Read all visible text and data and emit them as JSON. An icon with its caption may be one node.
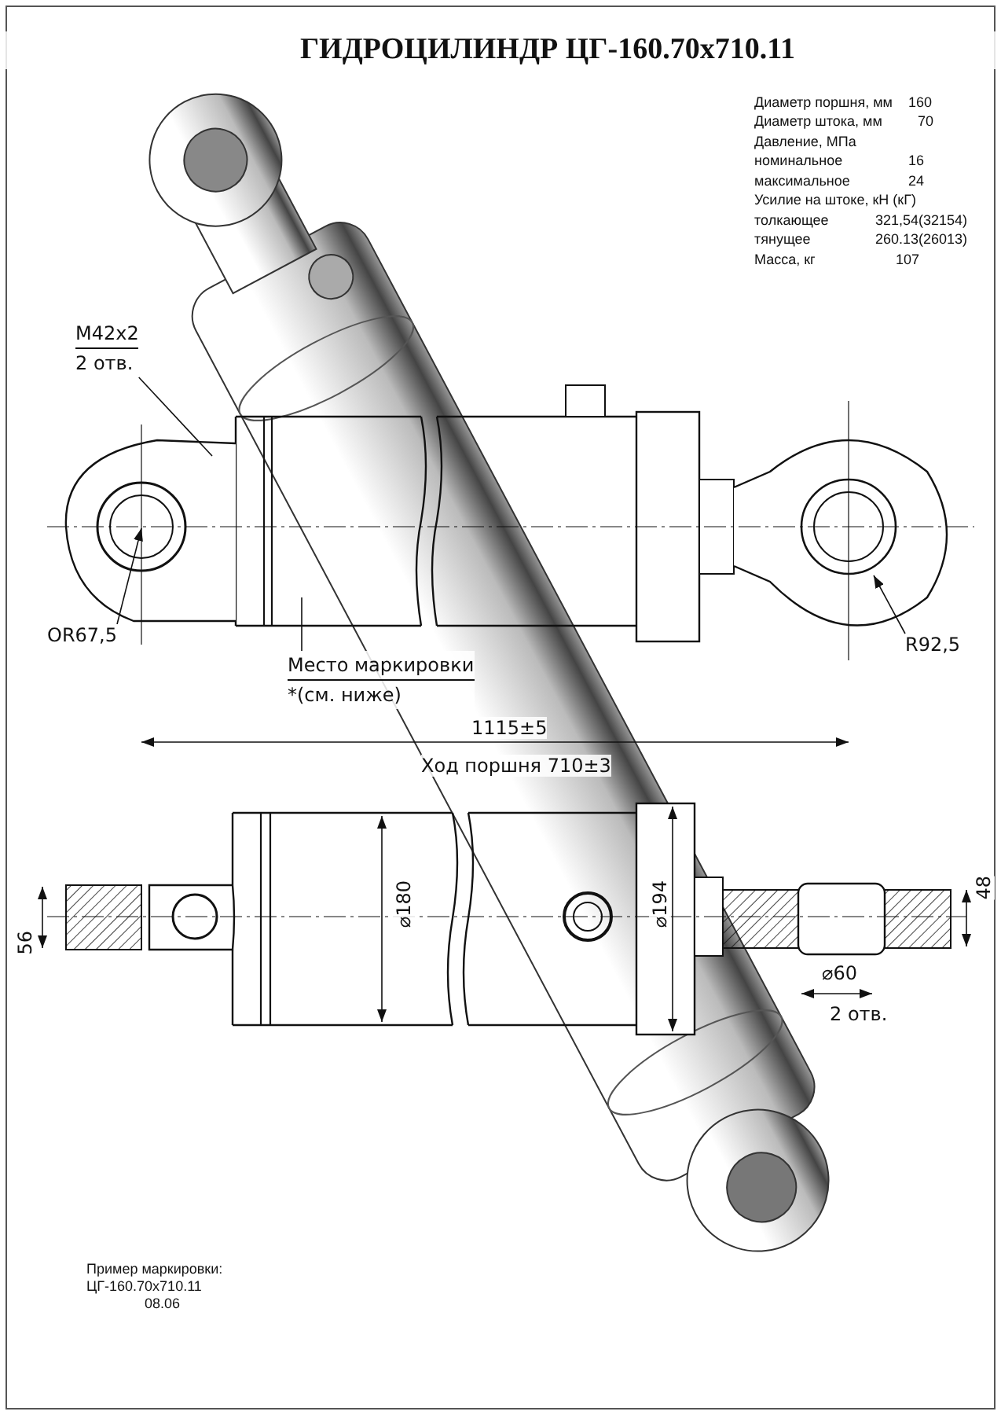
{
  "diagram": {
    "title": "ГИДРОЦИЛИНДР ЦГ-160.70х710.11",
    "nodes": [
      {
        "text": [
          "M42x2",
          "2 отв."
        ]
      },
      {
        "text": [
          "OR67,5"
        ]
      },
      {
        "text": [
          "Место маркировки",
          "*(см. ниже)"
        ]
      },
      {
        "text": [
          "R92,5"
        ]
      }
    ],
    "edges": [
      {
        "from": 0,
        "to": null,
        "arrow": "none"
      },
      {
        "from": 1,
        "to": null,
        "arrow": "to"
      },
      {
        "from": 2,
        "to": null,
        "arrow": "none"
      },
      {
        "from": 3,
        "to": null,
        "arrow": "to"
      }
    ],
    "labels": [
      "Диаметр поршня, мм",
      "160",
      "Диаметр штока, мм",
      "70",
      "Давление, МПа",
      "номинальное",
      "16",
      "максимальное",
      "24",
      "Усилие на штоке, кН (кГ)",
      "толкающее",
      "321,54(32154)",
      "тянущее",
      "260.13(26013)",
      "Масса, кг",
      "107",
      "1115±5",
      "Ход поршня 710±3",
      "56",
      "⌀180",
      "⌀194",
      "48",
      "⌀60",
      "2 отв.",
      "Пример маркировки:",
      "ЦГ-160.70х710.11",
      "08.06"
    ]
  }
}
